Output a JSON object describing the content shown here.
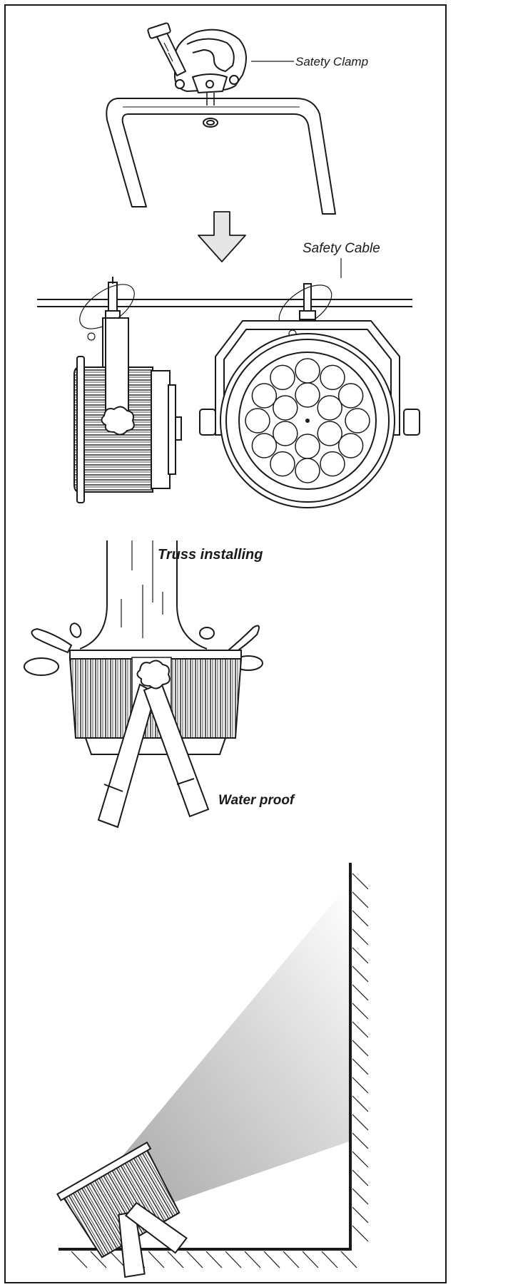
{
  "labels": {
    "safety_clamp": "Satety  Clamp",
    "safety_cable": "Safety  Cable",
    "truss_installing": "Truss installing",
    "water_proof": "Water proof"
  },
  "colors": {
    "line": "#1a1a1a",
    "arrow_fill": "#e6e6e6",
    "beam_dark": "#b8b8b8",
    "beam_light": "#ffffff"
  }
}
